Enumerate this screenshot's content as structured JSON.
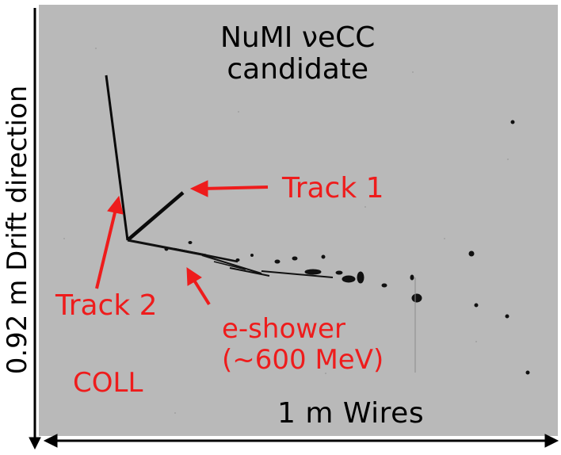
{
  "title_line1": "NuMI νeCC",
  "title_line2": "candidate",
  "labels": {
    "track1": "Track 1",
    "track2": "Track 2",
    "eshower_line1": "e-shower",
    "eshower_line2": "(~600 MeV)",
    "coll": "COLL"
  },
  "axes": {
    "x_label": "1  m   Wires",
    "y_label": "0.92 m Drift direction"
  },
  "colors": {
    "background": "#b9b9b9",
    "annotation": "#ee1c1c",
    "text": "#000000",
    "tracks": "#0a0a0a"
  }
}
